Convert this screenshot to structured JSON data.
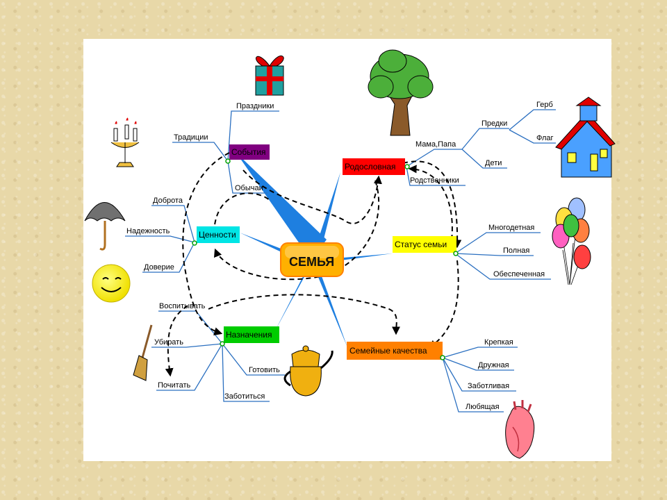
{
  "center": {
    "label": "СЕМЬЯ"
  },
  "nodes": {
    "sobytiya": {
      "label": "События",
      "color": "#800080",
      "children": [
        "Праздники",
        "Традиции",
        "Обычаи"
      ]
    },
    "rodoslovnaya": {
      "label": "Родословная",
      "color": "#ff0000",
      "children": [
        "Мама,Папа",
        "Родственники"
      ],
      "mama_papa_children": [
        "Предки",
        "Дети"
      ],
      "predki_children": [
        "Герб",
        "Флаг"
      ]
    },
    "tsennosti": {
      "label": "Ценности",
      "color": "#00e5e5",
      "children": [
        "Доброта",
        "Надежность",
        "Доверие"
      ]
    },
    "status": {
      "label": "Статус семьи",
      "color": "#ffff00",
      "children": [
        "Многодетная",
        "Полная",
        "Обеспеченная"
      ]
    },
    "naznacheniya": {
      "label": "Назначения",
      "color": "#00cc00",
      "children": [
        "Воспитывать",
        "Убирать",
        "Почитать",
        "Готовить",
        "Заботиться"
      ]
    },
    "kachestva": {
      "label": "Семейные качества",
      "color": "#ff8000",
      "children": [
        "Крепкая",
        "Дружная",
        "Заботливая",
        "Любящая"
      ]
    }
  },
  "icons": [
    "gift-icon",
    "tree-icon",
    "house-icon",
    "candle-icon",
    "umbrella-icon",
    "smiley-icon",
    "balloons-icon",
    "broom-icon",
    "teapot-icon",
    "heart-icon"
  ]
}
